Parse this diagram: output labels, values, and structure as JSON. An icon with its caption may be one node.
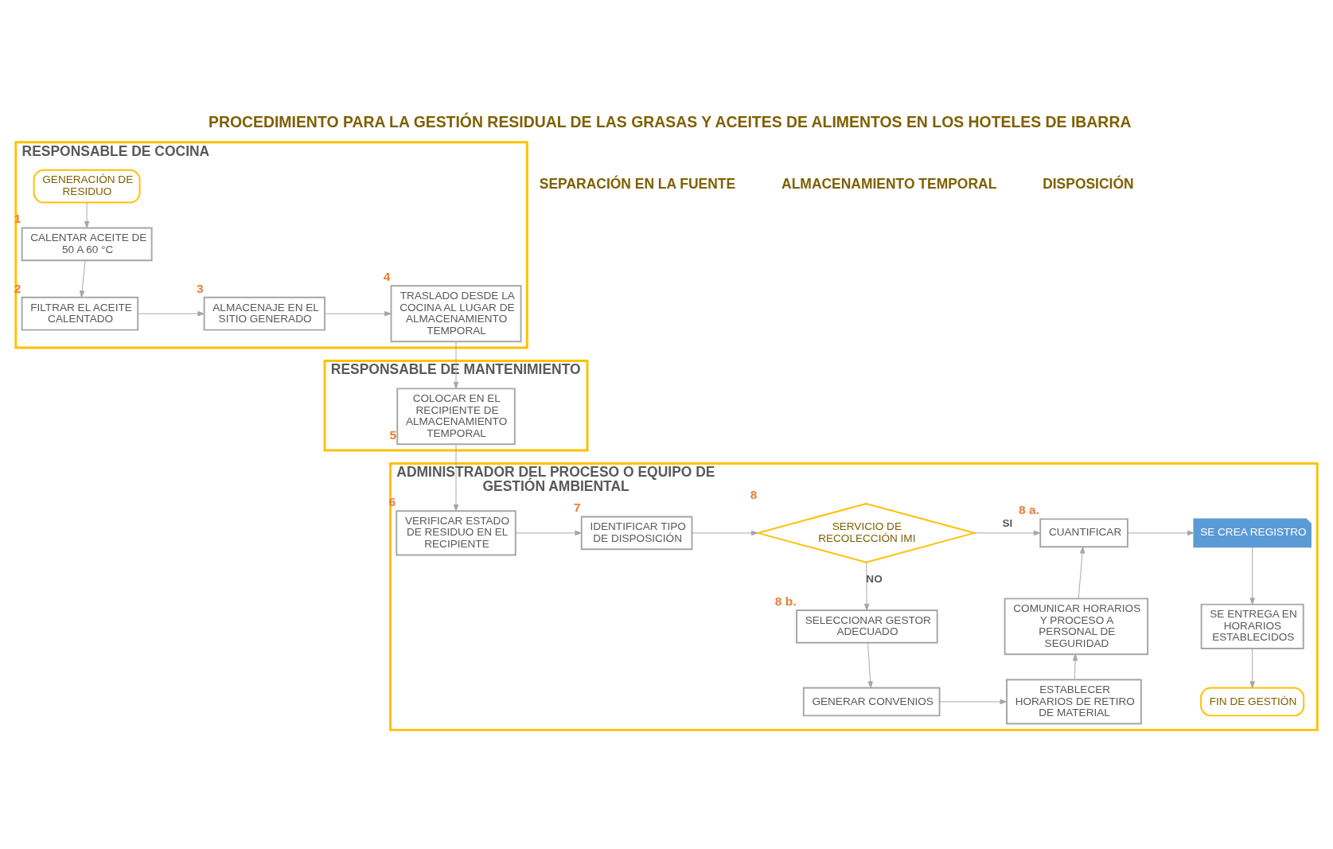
{
  "diagram": {
    "title": "PROCEDIMIENTO PARA LA GESTIÓN RESIDUAL DE LAS GRASAS Y ACEITES DE ALIMENTOS EN LOS HOTELES DE IBARRA",
    "nodes": [
      {
        "text": [
          "RESPONSABLE DE COCINA"
        ]
      },
      {
        "text": [
          "GENERACIÓN DE RESIDUO"
        ],
        "in": 0
      },
      {
        "text": [
          "CALENTAR ACEITE DE 50 A 60 °C"
        ],
        "beside": [
          "1"
        ],
        "in": 0
      },
      {
        "text": [
          "FILTRAR EL ACEITE CALENTADO"
        ],
        "beside": [
          "2"
        ],
        "in": 0
      },
      {
        "text": [
          "ALMACENAJE EN EL SITIO GENERADO"
        ],
        "beside": [
          "3"
        ],
        "in": 0
      },
      {
        "text": [
          "TRASLADO DESDE LA COCINA AL LUGAR DE ALMACENAMIENTO TEMPORAL"
        ],
        "beside": [
          "4"
        ],
        "in": 0
      },
      {
        "text": [
          "RESPONSABLE DE MANTENIMIENTO"
        ]
      },
      {
        "text": [
          "COLOCAR EN EL RECIPIENTE DE ALMACENAMIENTO TEMPORAL"
        ],
        "beside": [
          "5"
        ],
        "in": 6
      },
      {
        "text": [
          "ADMINISTRADOR DEL PROCESO O EQUIPO DE GESTIÓN AMBIENTAL"
        ]
      },
      {
        "text": [
          "VERIFICAR ESTADO DE RESIDUO EN EL RECIPIENTE"
        ],
        "beside": [
          "6"
        ],
        "in": 8
      },
      {
        "text": [
          "IDENTIFICAR TIPO DE DISPOSICIÓN"
        ],
        "beside": [
          "7"
        ],
        "in": 8
      },
      {
        "text": [
          "SERVICIO DE RECOLECCIÓN IMI"
        ],
        "beside": [
          "8"
        ],
        "in": 8
      },
      {
        "text": [
          "CUANTIFICAR"
        ],
        "beside": [
          "8 a."
        ],
        "in": 8
      },
      {
        "text": [
          "SE CREA REGISTRO"
        ],
        "in": 8
      },
      {
        "text": [
          "SELECCIONAR GESTOR ADECUADO"
        ],
        "beside": [
          "8 b."
        ],
        "in": 8
      },
      {
        "text": [
          "COMUNICAR HORARIOS Y PROCESO A PERSONAL DE SEGURIDAD"
        ],
        "in": 8
      },
      {
        "text": [
          "GENERAR CONVENIOS"
        ],
        "in": 8
      },
      {
        "text": [
          "ESTABLECER HORARIOS DE RETIRO DE MATERIAL"
        ],
        "in": 8
      },
      {
        "text": [
          "SE ENTREGA EN HORARIOS ESTABLECIDOS"
        ],
        "in": 8
      },
      {
        "text": [
          "FIN DE GESTIÓN"
        ],
        "in": 8
      }
    ],
    "edges": [
      {
        "from": 1,
        "to": 2,
        "arrow": "to"
      },
      {
        "from": 2,
        "to": 3,
        "arrow": "to"
      },
      {
        "from": 3,
        "to": 4,
        "arrow": "to"
      },
      {
        "from": 4,
        "to": 5,
        "arrow": "to"
      },
      {
        "from": 5,
        "to": 7,
        "arrow": "to"
      },
      {
        "from": 7,
        "to": 9,
        "arrow": "to"
      },
      {
        "from": 9,
        "to": 10,
        "arrow": "to"
      },
      {
        "from": 10,
        "to": 11,
        "arrow": "to"
      },
      {
        "from": 11,
        "to": 12,
        "label": "SI",
        "arrow": "to"
      },
      {
        "from": 11,
        "to": 14,
        "label": "NO",
        "arrow": "to"
      },
      {
        "from": 12,
        "to": 13,
        "arrow": "to"
      },
      {
        "from": 13,
        "to": 18,
        "arrow": "to"
      },
      {
        "from": 18,
        "to": 19,
        "arrow": "to"
      },
      {
        "from": 14,
        "to": 16,
        "arrow": "to"
      },
      {
        "from": 16,
        "to": 17,
        "arrow": "to"
      },
      {
        "from": 17,
        "to": 15,
        "arrow": "to"
      },
      {
        "from": 15,
        "to": 12,
        "arrow": "to"
      }
    ],
    "labels": [
      "SEPARACIÓN EN LA FUENTE",
      "ALMACENAMIENTO TEMPORAL",
      "DISPOSICIÓN"
    ]
  }
}
